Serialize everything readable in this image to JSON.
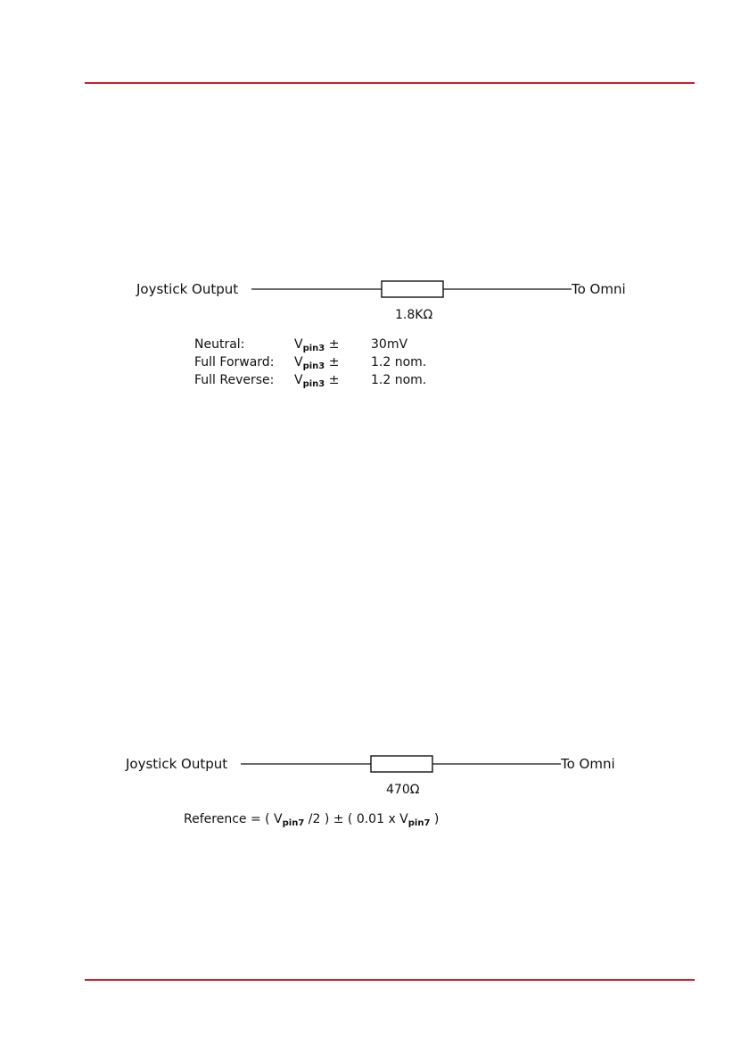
{
  "diagram1": {
    "left_label": "Joystick Output",
    "right_label": "To Omni",
    "resistor_value": "1.8KΩ",
    "rows": [
      {
        "name": "Neutral:",
        "symbol": "V",
        "subscript": "pin3",
        "pm": "±",
        "value": "30mV"
      },
      {
        "name": "Full Forward:",
        "symbol": "V",
        "subscript": "pin3",
        "pm": "±",
        "value": "1.2 nom."
      },
      {
        "name": "Full Reverse:",
        "symbol": "V",
        "subscript": "pin3",
        "pm": "±",
        "value": "1.2 nom."
      }
    ]
  },
  "diagram2": {
    "left_label": "Joystick Output",
    "right_label": "To Omni",
    "resistor_value": "470Ω",
    "formula": {
      "prefix": "Reference =  ( V",
      "sub1": "pin7",
      "middle": " /2 ) ± ( 0.01 x V",
      "sub2": "pin7",
      "suffix": " )"
    }
  },
  "colors": {
    "rule": "#c8202a",
    "ink": "#111111"
  }
}
